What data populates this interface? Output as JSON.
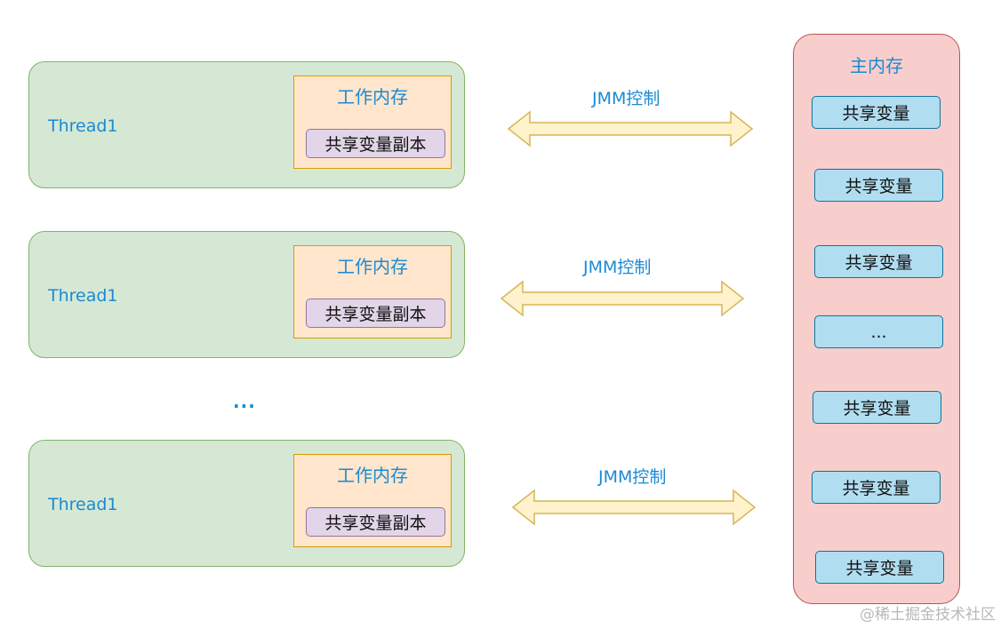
{
  "threads": [
    {
      "label": "Thread1",
      "workmem_title": "工作内存",
      "copy_label": "共享变量副本"
    },
    {
      "label": "Thread1",
      "workmem_title": "工作内存",
      "copy_label": "共享变量副本"
    },
    {
      "label": "Thread1",
      "workmem_title": "工作内存",
      "copy_label": "共享变量副本"
    }
  ],
  "ellipsis": "...",
  "arrows": [
    {
      "label": "JMM控制"
    },
    {
      "label": "JMM控制"
    },
    {
      "label": "JMM控制"
    }
  ],
  "main_memory": {
    "title": "主内存",
    "variables": [
      "共享变量",
      "共享变量",
      "共享变量",
      "...",
      "共享变量",
      "共享变量",
      "共享变量"
    ]
  },
  "watermark": "@稀土掘金技术社区",
  "colors": {
    "thread_fill": "#d5e8d4",
    "workmem_fill": "#ffe6cc",
    "copy_fill": "#e1d5e7",
    "main_fill": "#f8cecc",
    "var_fill": "#b1ddf0",
    "arrow_fill": "#fff2cc",
    "label_blue": "#1a8ad4"
  }
}
